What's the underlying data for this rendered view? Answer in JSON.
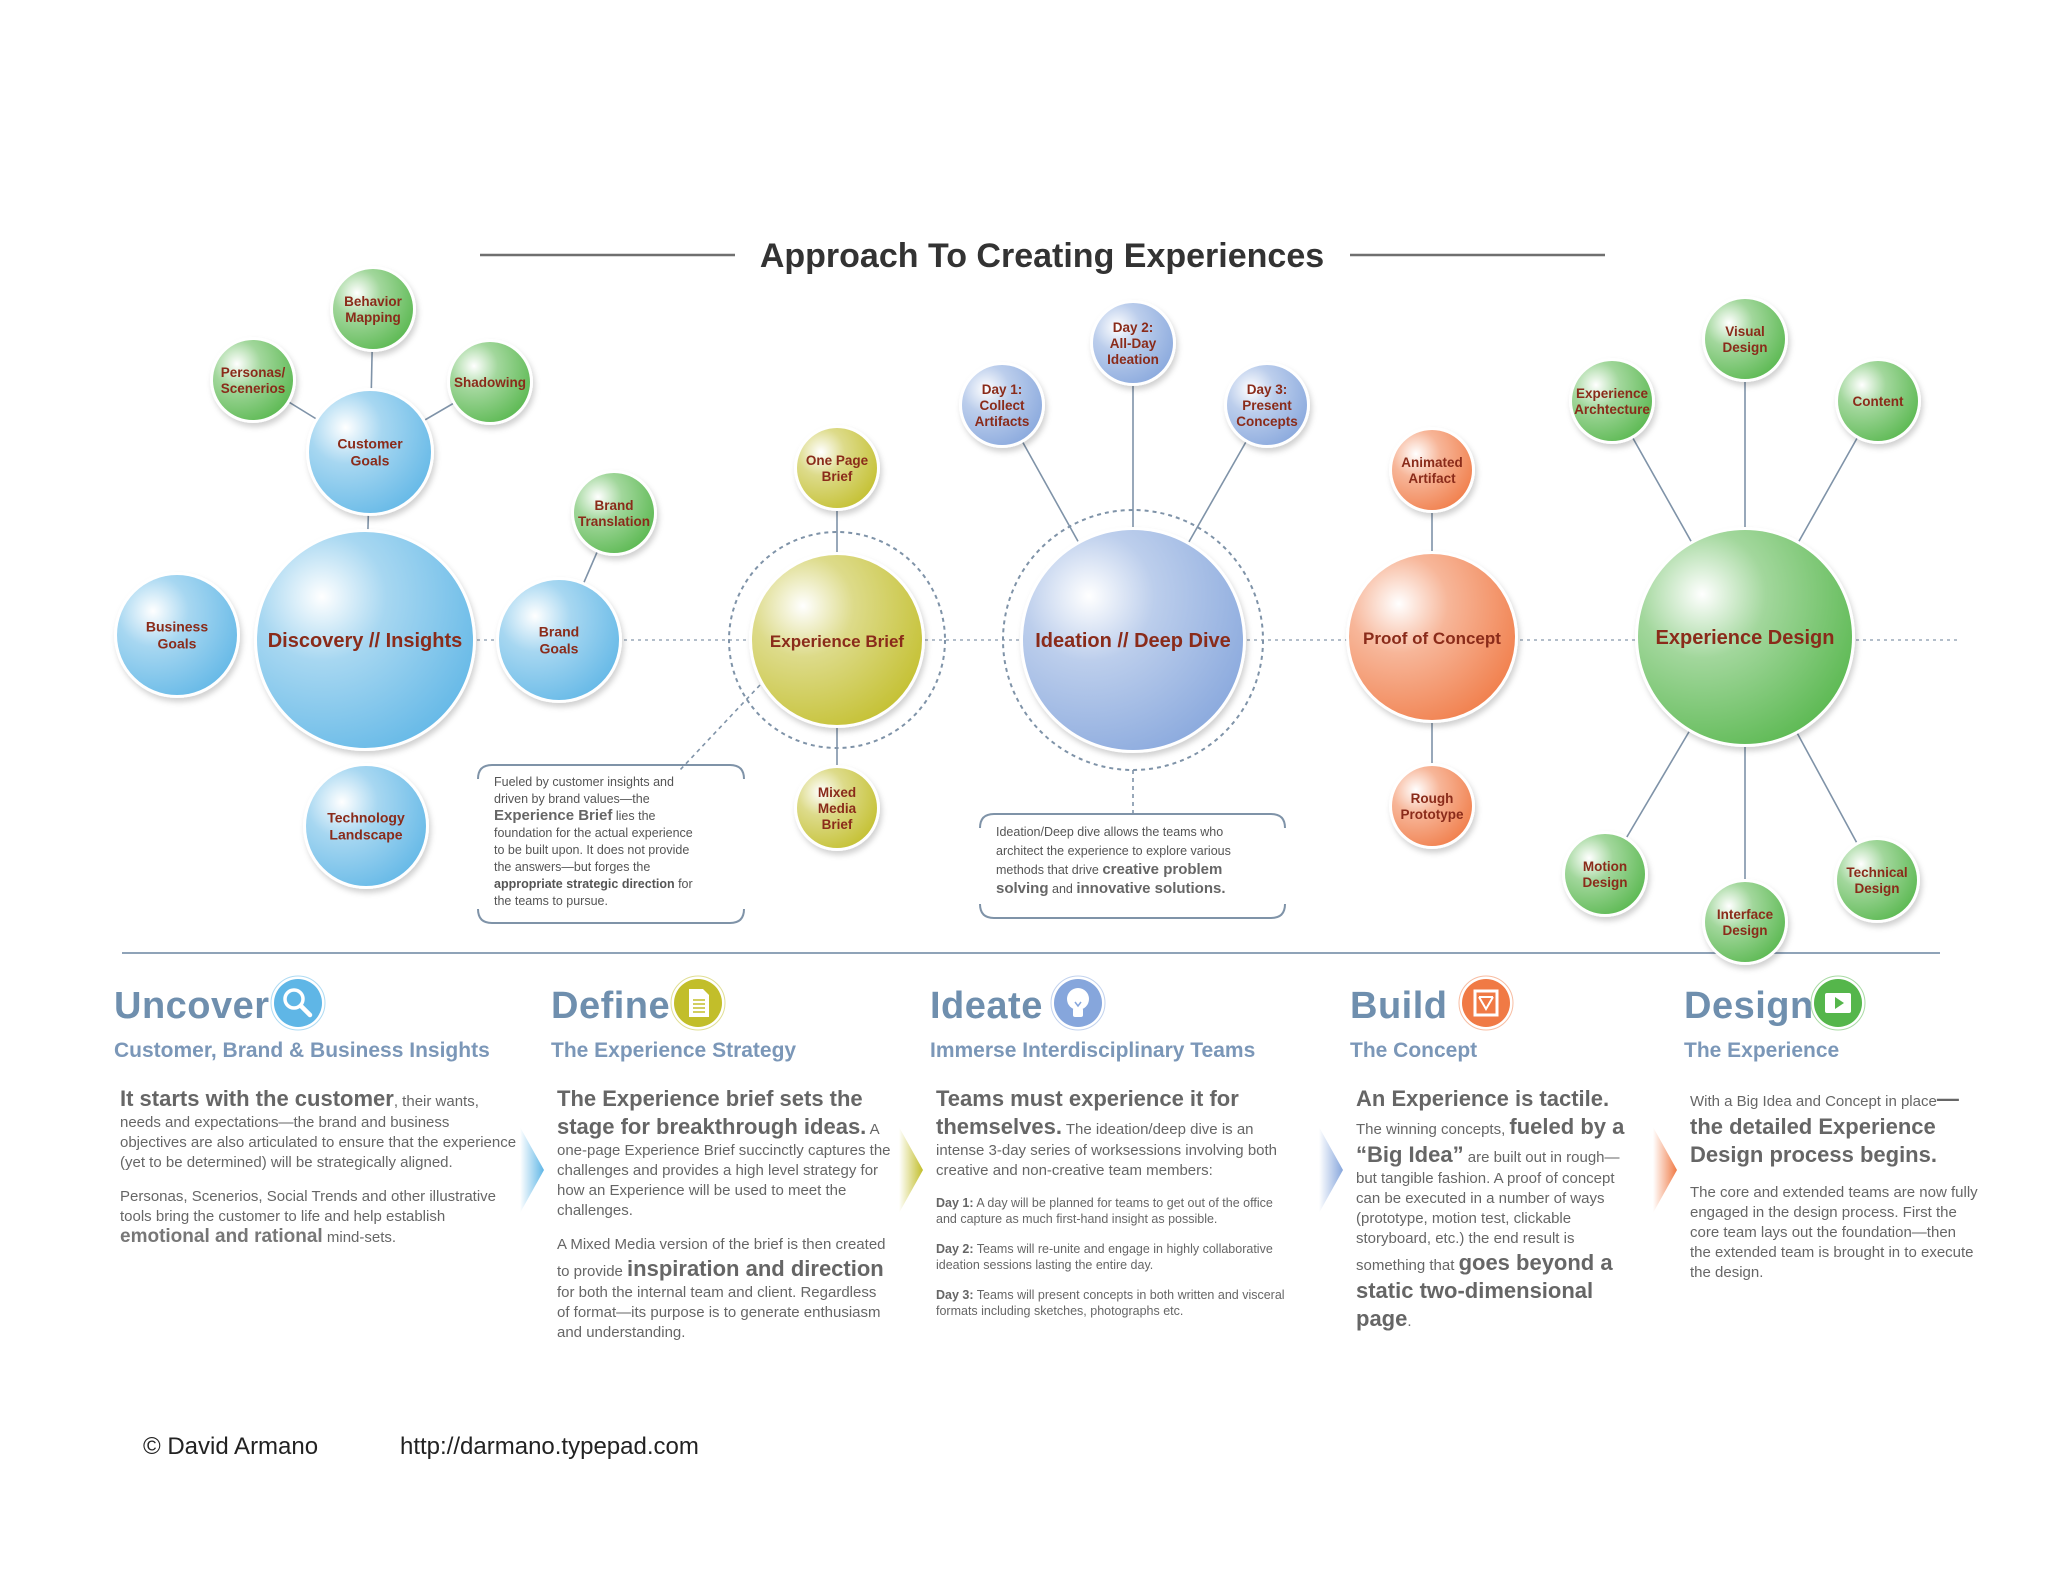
{
  "title": "Approach To Creating Experiences",
  "colors": {
    "blue": "#5fb6e6",
    "olive": "#c2be2a",
    "periwinkle": "#86a6dc",
    "orange": "#f07a45",
    "green": "#55b64b",
    "nodeText": "#8a2b1a",
    "headline": "#6f8fae"
  },
  "hubs": [
    {
      "id": "discovery",
      "label": "Discovery // Insights",
      "color": "blue"
    },
    {
      "id": "brief",
      "label": "Experience Brief",
      "color": "olive"
    },
    {
      "id": "ideation",
      "label": "Ideation // Deep Dive",
      "color": "periwinkle"
    },
    {
      "id": "poc",
      "label": "Proof of Concept",
      "color": "orange"
    },
    {
      "id": "design",
      "label": "Experience Design",
      "color": "green"
    }
  ],
  "nodes": [
    {
      "id": "behavior",
      "lines": [
        "Behavior",
        "Mapping"
      ],
      "color": "green"
    },
    {
      "id": "personas",
      "lines": [
        "Personas/",
        "Scenerios"
      ],
      "color": "green"
    },
    {
      "id": "shadowing",
      "lines": [
        "Shadowing"
      ],
      "color": "green"
    },
    {
      "id": "customer-goals",
      "lines": [
        "Customer",
        "Goals"
      ],
      "color": "blue"
    },
    {
      "id": "business-goals",
      "lines": [
        "Business",
        "Goals"
      ],
      "color": "blue"
    },
    {
      "id": "technology",
      "lines": [
        "Technology",
        "Landscape"
      ],
      "color": "blue"
    },
    {
      "id": "brand-translation",
      "lines": [
        "Brand",
        "Translation"
      ],
      "color": "green"
    },
    {
      "id": "brand-goals",
      "lines": [
        "Brand",
        "Goals"
      ],
      "color": "blue"
    },
    {
      "id": "one-page-brief",
      "lines": [
        "One Page",
        "Brief"
      ],
      "color": "olive"
    },
    {
      "id": "mixed-media",
      "lines": [
        "Mixed",
        "Media",
        "Brief"
      ],
      "color": "olive"
    },
    {
      "id": "day1",
      "lines": [
        "Day 1:",
        "Collect",
        "Artifacts"
      ],
      "color": "periwinkle"
    },
    {
      "id": "day2",
      "lines": [
        "Day 2:",
        "All-Day",
        "Ideation"
      ],
      "color": "periwinkle"
    },
    {
      "id": "day3",
      "lines": [
        "Day 3:",
        "Present",
        "Concepts"
      ],
      "color": "periwinkle"
    },
    {
      "id": "animated",
      "lines": [
        "Animated",
        "Artifact"
      ],
      "color": "orange"
    },
    {
      "id": "rough",
      "lines": [
        "Rough",
        "Prototype"
      ],
      "color": "orange"
    },
    {
      "id": "visual",
      "lines": [
        "Visual",
        "Design"
      ],
      "color": "green"
    },
    {
      "id": "exp-arch",
      "lines": [
        "Experience",
        "Archtecture"
      ],
      "color": "green"
    },
    {
      "id": "content",
      "lines": [
        "Content"
      ],
      "color": "green"
    },
    {
      "id": "motion",
      "lines": [
        "Motion",
        "Design"
      ],
      "color": "green"
    },
    {
      "id": "interface",
      "lines": [
        "Interface",
        "Design"
      ],
      "color": "green"
    },
    {
      "id": "technical",
      "lines": [
        "Technical",
        "Design"
      ],
      "color": "green"
    }
  ],
  "callouts": [
    {
      "id": "brief-callout",
      "lines": [
        [
          {
            "t": "Fueled by customer insights and",
            "s": "n"
          }
        ],
        [
          {
            "t": "driven by brand values—the",
            "s": "n"
          }
        ],
        [
          {
            "t": "Experience Brief",
            "s": "b"
          },
          {
            "t": " lies the",
            "s": "n"
          }
        ],
        [
          {
            "t": "foundation for the actual experience",
            "s": "n"
          }
        ],
        [
          {
            "t": "to be built upon.  It does not provide",
            "s": "n"
          }
        ],
        [
          {
            "t": "the answers—but forges the",
            "s": "n"
          }
        ],
        [
          {
            "t": "appropriate strategic direction",
            "s": "bs"
          },
          {
            "t": " for",
            "s": "n"
          }
        ],
        [
          {
            "t": "the teams to pursue.",
            "s": "n"
          }
        ]
      ]
    },
    {
      "id": "ideation-callout",
      "lines": [
        [
          {
            "t": "Ideation/Deep dive allows the teams who",
            "s": "n"
          }
        ],
        [
          {
            "t": "architect the experience to explore various",
            "s": "n"
          }
        ],
        [
          {
            "t": "methods that drive ",
            "s": "n"
          },
          {
            "t": "creative problem",
            "s": "b"
          }
        ],
        [
          {
            "t": "solving",
            "s": "b"
          },
          {
            "t": " and ",
            "s": "n"
          },
          {
            "t": "innovative solutions.",
            "s": "b"
          }
        ]
      ]
    }
  ],
  "sections": [
    {
      "id": "uncover",
      "title": "Uncover",
      "subtitle": "Customer, Brand & Business Insights",
      "icon": "magnifier-icon",
      "paras": [
        [
          {
            "t": "It starts with the customer",
            "s": "big"
          },
          {
            "t": ", their wants, needs and expectations—the brand and business objectives are also articulated to ensure that the experience (yet to be determined) will be strategically aligned.",
            "s": "n"
          }
        ],
        [
          {
            "t": "Personas, Scenerios, Social Trends and other illustrative tools bring the customer to life and help establish ",
            "s": "n"
          },
          {
            "t": "emotional and rational",
            "s": "med"
          },
          {
            "t": " mind-sets.",
            "s": "n"
          }
        ]
      ]
    },
    {
      "id": "define",
      "title": "Define",
      "subtitle": "The Experience Strategy",
      "icon": "document-icon",
      "paras": [
        [
          {
            "t": "The Experience brief sets the stage for breakthrough ideas.",
            "s": "big"
          },
          {
            "t": " A one-page Experience Brief succinctly captures the challenges and provides a high level strategy for how an Experience will be used to meet the challenges.",
            "s": "n"
          }
        ],
        [
          {
            "t": "A Mixed Media version of the brief is then created to provide ",
            "s": "n"
          },
          {
            "t": "inspiration and direction",
            "s": "big"
          },
          {
            "t": " for both the internal team and client.  Regardless of format—its purpose is to generate enthusiasm and understanding.",
            "s": "n"
          }
        ]
      ]
    },
    {
      "id": "ideate",
      "title": "Ideate",
      "subtitle": "Immerse Interdisciplinary Teams",
      "icon": "lightbulb-icon",
      "paras": [
        [
          {
            "t": "Teams must experience it for themselves.",
            "s": "big"
          },
          {
            "t": " The ideation/deep dive is an intense 3-day series of worksessions involving both creative and non-creative team members:",
            "s": "n"
          }
        ],
        [
          {
            "t": "Day 1:",
            "s": "dayb"
          },
          {
            "t": " A day will be planned for teams to get out of the office and capture as much first-hand insight as possible.",
            "s": "day"
          }
        ],
        [
          {
            "t": "Day 2:",
            "s": "dayb"
          },
          {
            "t": " Teams will re-unite and engage in highly collaborative ideation sessions lasting the entire day.",
            "s": "day"
          }
        ],
        [
          {
            "t": "Day 3:",
            "s": "dayb"
          },
          {
            "t": " Teams will present concepts in both written and visceral formats including sketches, photographs etc.",
            "s": "day"
          }
        ]
      ]
    },
    {
      "id": "build",
      "title": "Build",
      "subtitle": "The Concept",
      "icon": "frame-icon",
      "paras": [
        [
          {
            "t": "An Experience is tactile.",
            "s": "big"
          },
          {
            "t": " The winning concepts, ",
            "s": "n"
          },
          {
            "t": "fueled by a “Big Idea”",
            "s": "big"
          },
          {
            "t": " are built out in rough—but tangible fashion.  A proof of concept can be executed in a number of ways (prototype, motion test, clickable storyboard, etc.) the end result is something that ",
            "s": "n"
          },
          {
            "t": "goes beyond a static two-dimensional page",
            "s": "big"
          },
          {
            "t": ".",
            "s": "n"
          }
        ]
      ]
    },
    {
      "id": "design-sec",
      "title": "Design",
      "subtitle": "The Experience",
      "icon": "play-icon",
      "paras": [
        [
          {
            "t": "With a Big Idea and Concept in place",
            "s": "n"
          },
          {
            "t": "—the detailed Experience Design process begins.",
            "s": "big"
          }
        ],
        [
          {
            "t": "The core and extended teams are now fully engaged in the design process.  First the core team lays out the foundation—then the extended team is brought in to execute the design.",
            "s": "n"
          }
        ]
      ]
    }
  ],
  "footer": {
    "copyright": "© David Armano",
    "url": "http://darmano.typepad.com"
  }
}
